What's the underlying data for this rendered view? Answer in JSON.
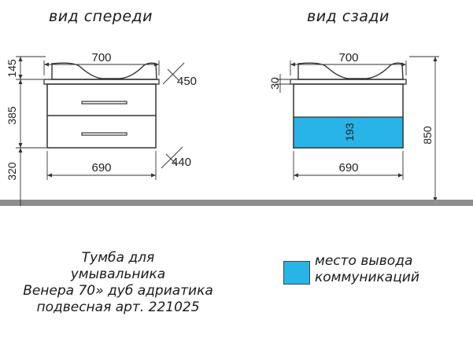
{
  "front_view": {
    "title": "вид спереди",
    "dim_top_width": "700",
    "dim_bottom_width": "690",
    "dim_sink_height": "145",
    "dim_cabinet_height": "385",
    "dim_mount_height": "320",
    "dim_top_depth": "450",
    "dim_cabinet_depth": "440"
  },
  "back_view": {
    "title": "вид сзади",
    "dim_top_width": "700",
    "dim_bottom_width": "690",
    "dim_top_offset": "30",
    "dim_comm_zone_height": "193",
    "dim_total_height": "850"
  },
  "caption": {
    "line1": "Тумба для",
    "line2": "умывальника",
    "line3": "Венера 70» дуб адриатика",
    "line4": "подвесная арт. 221025"
  },
  "legend": {
    "line1": "место вывода",
    "line2": "коммуникаций",
    "color": "#29b4e8"
  }
}
